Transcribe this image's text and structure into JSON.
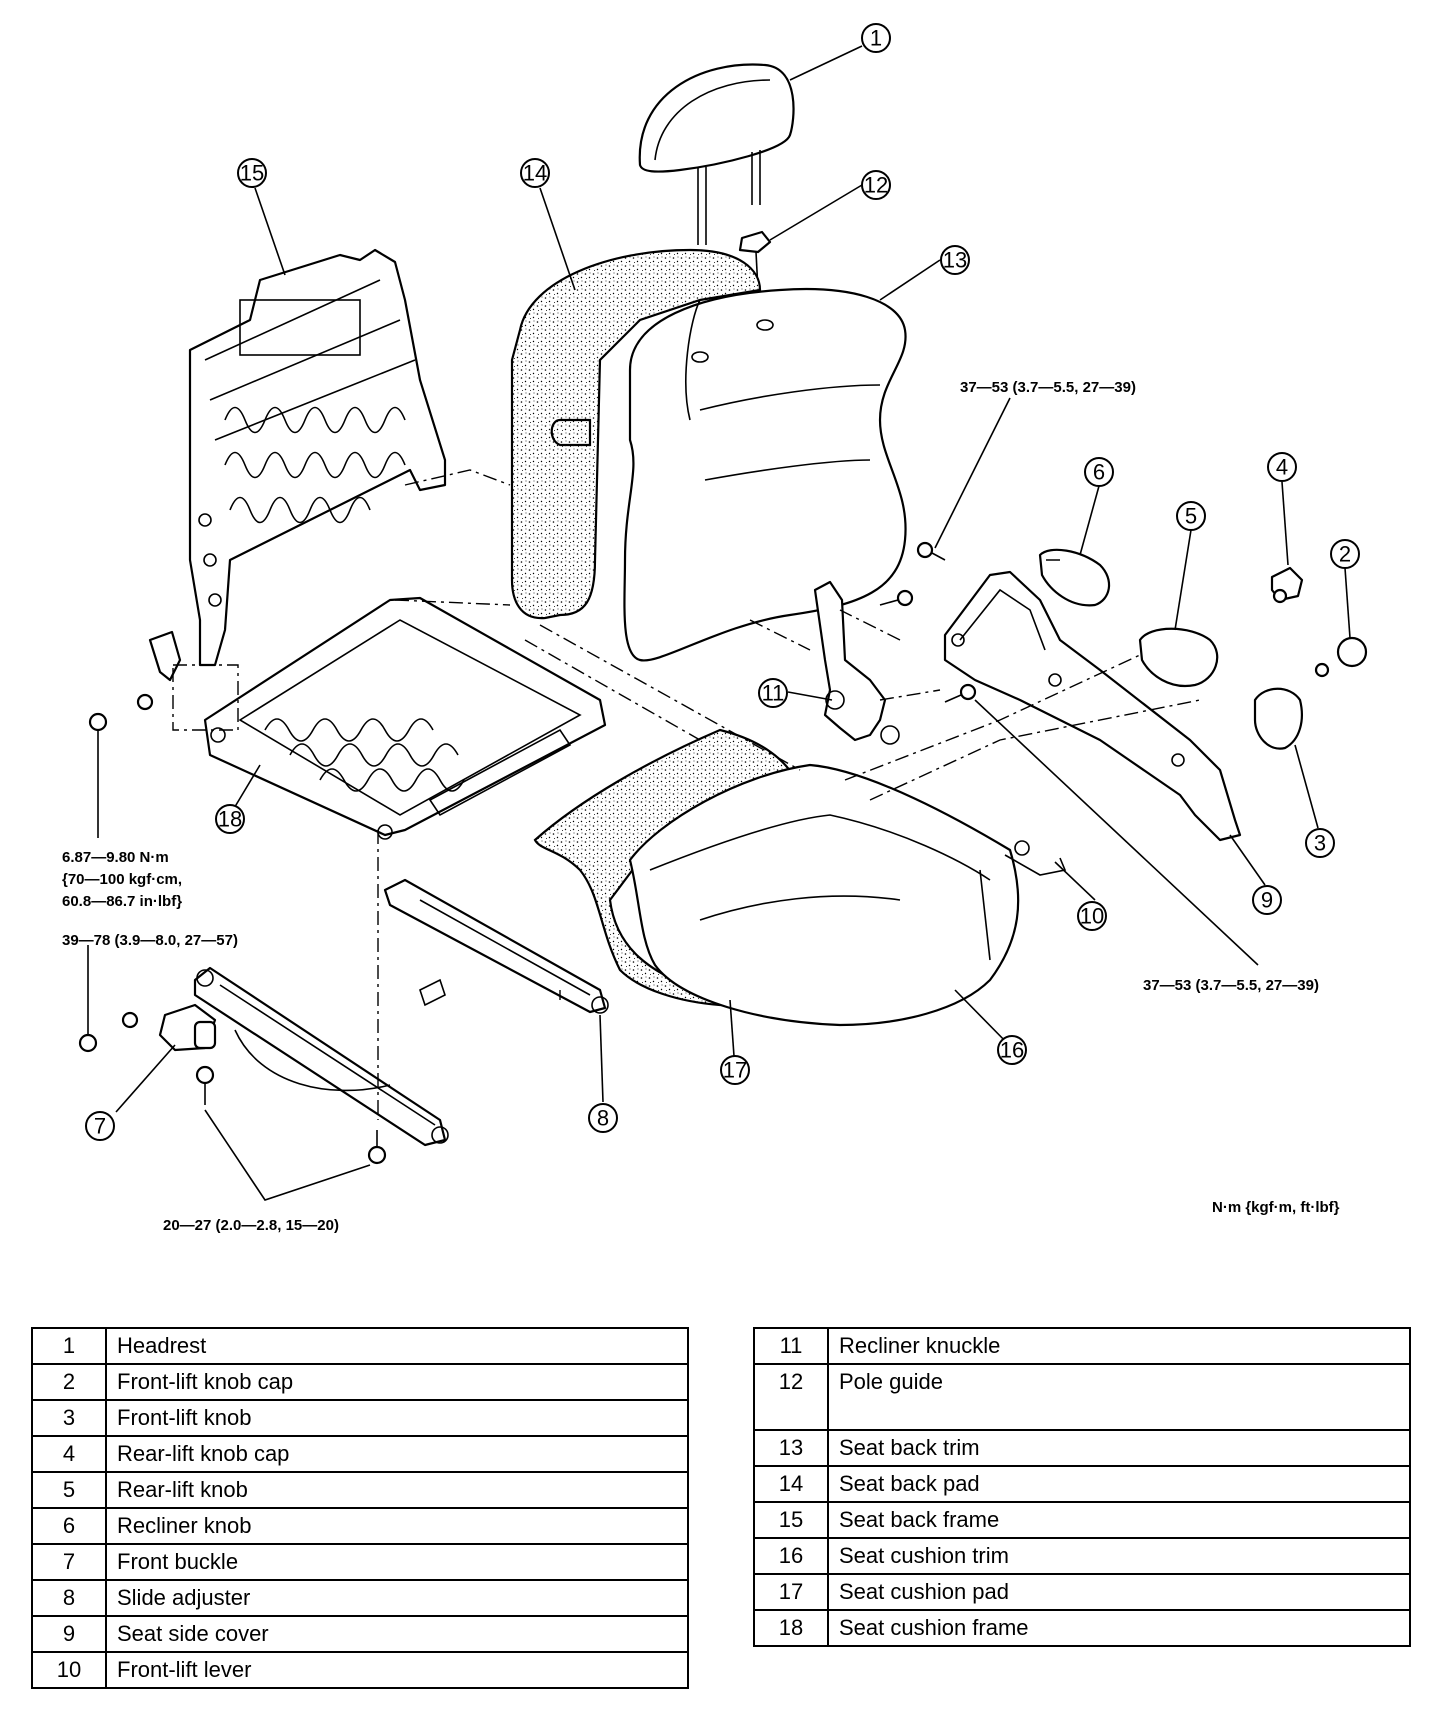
{
  "callouts": [
    "1",
    "2",
    "3",
    "4",
    "5",
    "6",
    "7",
    "8",
    "9",
    "10",
    "11",
    "12",
    "13",
    "14",
    "15",
    "16",
    "17",
    "18"
  ],
  "torque_specs": {
    "recliner_upper": "37—53 (3.7—5.5, 27—39)",
    "recliner_lower": "37—53 (3.7—5.5, 27—39)",
    "frame_bolt_line1": "6.87—9.80 N·m",
    "frame_bolt_line2": "{70—100 kgf·cm,",
    "frame_bolt_line3": "60.8—86.7 in·lbf}",
    "buckle_bolt": "39—78 (3.9—8.0, 27—57)",
    "slide_bolt": "20—27 (2.0—2.8, 15—20)",
    "units": "N·m {kgf·m, ft·lbf}"
  },
  "legend_left": [
    {
      "num": "1",
      "name": "Headrest"
    },
    {
      "num": "2",
      "name": "Front-lift knob cap"
    },
    {
      "num": "3",
      "name": "Front-lift knob"
    },
    {
      "num": "4",
      "name": "Rear-lift knob cap"
    },
    {
      "num": "5",
      "name": "Rear-lift knob"
    },
    {
      "num": "6",
      "name": "Recliner knob"
    },
    {
      "num": "7",
      "name": "Front buckle"
    },
    {
      "num": "8",
      "name": "Slide adjuster"
    },
    {
      "num": "9",
      "name": "Seat side cover"
    },
    {
      "num": "10",
      "name": "Front-lift lever"
    }
  ],
  "legend_right": [
    {
      "num": "11",
      "name": "Recliner knuckle"
    },
    {
      "num": "12",
      "name": "Pole guide"
    },
    {
      "num": "13",
      "name": "Seat back trim"
    },
    {
      "num": "14",
      "name": "Seat back pad"
    },
    {
      "num": "15",
      "name": "Seat back frame"
    },
    {
      "num": "16",
      "name": "Seat cushion trim"
    },
    {
      "num": "17",
      "name": "Seat cushion pad"
    },
    {
      "num": "18",
      "name": "Seat cushion frame"
    }
  ]
}
